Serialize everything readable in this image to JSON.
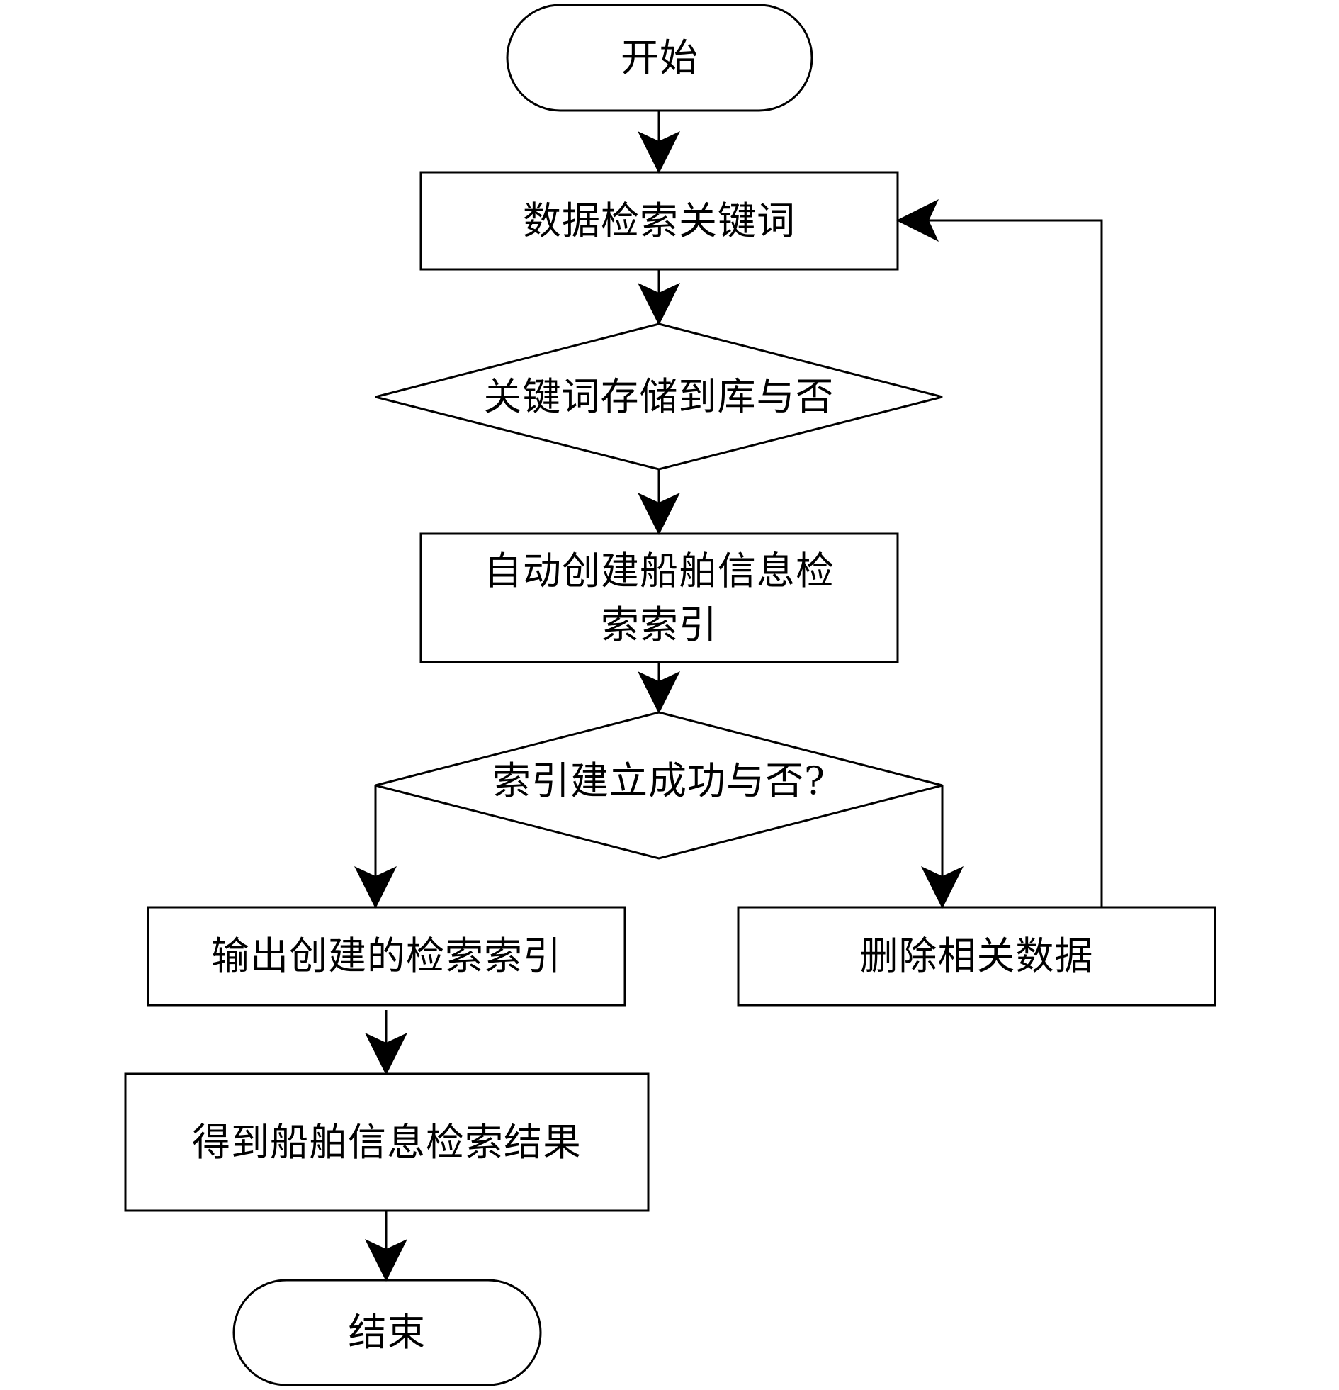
{
  "nodes": {
    "start": "开始",
    "keyword": "数据检索关键词",
    "stored_decision": "关键词存储到库与否",
    "create_index": "自动创建船舶信息检索索引",
    "index_decision": "索引建立成功与否?",
    "output_index": "输出创建的检索索引",
    "delete_data": "删除相关数据",
    "result": "得到船舶信息检索结果",
    "end": "结束"
  },
  "colors": {
    "stroke": "#000000",
    "fill": "#ffffff",
    "text": "#000000"
  }
}
